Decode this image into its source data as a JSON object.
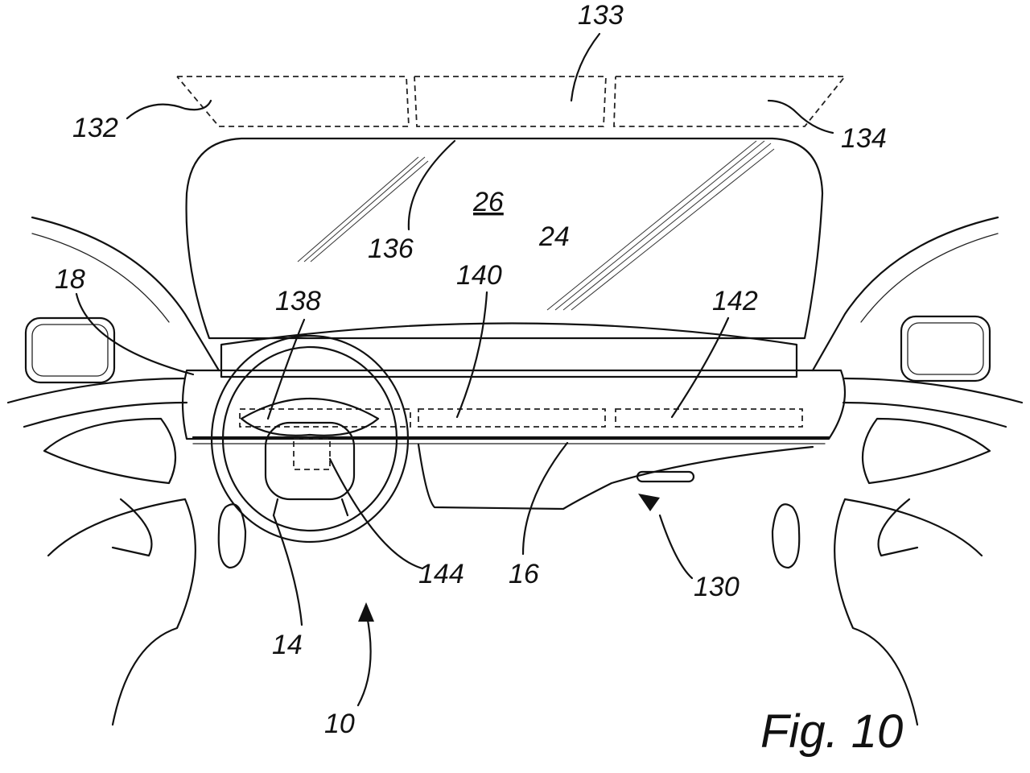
{
  "figure": {
    "caption": "Fig. 10",
    "subject": "vehicle interior dashboard with display zones",
    "labels": {
      "l10": "10",
      "l14": "14",
      "l16": "16",
      "l18": "18",
      "l24": "24",
      "l26": "26",
      "l130": "130",
      "l132": "132",
      "l133": "133",
      "l134": "134",
      "l136": "136",
      "l138": "138",
      "l140": "140",
      "l142": "142",
      "l144": "144"
    }
  }
}
